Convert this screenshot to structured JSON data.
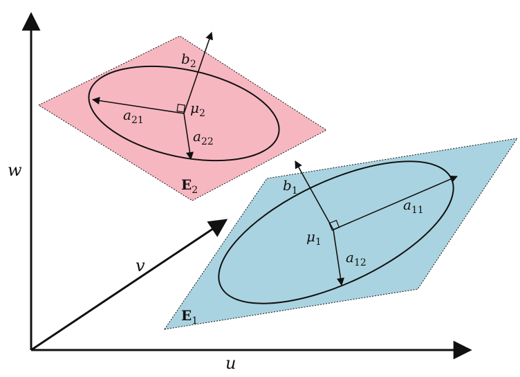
{
  "axes": {
    "u": {
      "label": "u"
    },
    "v": {
      "label": "v"
    },
    "w": {
      "label": "w"
    }
  },
  "planes": [
    {
      "name": "E2",
      "label_letter": "E",
      "label_sub": "2",
      "fill": "#f6b7c1",
      "center": {
        "base": "μ",
        "sub": "2"
      },
      "vectors": [
        {
          "base": "b",
          "sub": "2"
        },
        {
          "base": "a",
          "sub": "21"
        },
        {
          "base": "a",
          "sub": "22"
        }
      ]
    },
    {
      "name": "E1",
      "label_letter": "E",
      "label_sub": "1",
      "fill": "#a9d3e0",
      "center": {
        "base": "μ",
        "sub": "1"
      },
      "vectors": [
        {
          "base": "b",
          "sub": "1"
        },
        {
          "base": "a",
          "sub": "11"
        },
        {
          "base": "a",
          "sub": "12"
        }
      ]
    }
  ],
  "colors": {
    "plane_e2_fill": "#f6b7c1",
    "plane_e1_fill": "#a9d3e0",
    "stroke": "#111111",
    "background": "#ffffff"
  }
}
